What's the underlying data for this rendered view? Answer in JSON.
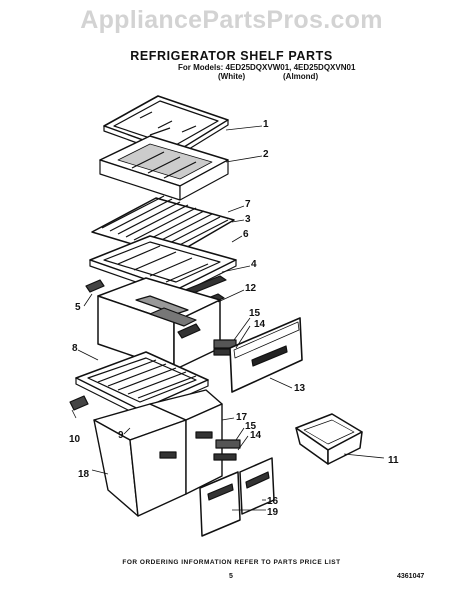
{
  "watermark": "AppliancePartsPros.com",
  "header": {
    "title": "REFRIGERATOR SHELF PARTS",
    "models_line": "For Models: 4ED25DQXVW01, 4ED25DQXVN01",
    "color_white": "(White)",
    "color_almond": "(Almond)"
  },
  "callouts": {
    "c1": "1",
    "c2": "2",
    "c7": "7",
    "c3": "3",
    "c6": "6",
    "c4": "4",
    "c5": "5",
    "c12": "12",
    "c15a": "15",
    "c14a": "14",
    "c8": "8",
    "c13": "13",
    "c10": "10",
    "c9": "9",
    "c17": "17",
    "c15b": "15",
    "c14b": "14",
    "c18": "18",
    "c11": "11",
    "c16": "16",
    "c19": "19"
  },
  "footer": {
    "note": "FOR ORDERING INFORMATION REFER TO PARTS PRICE LIST",
    "page_number": "5",
    "doc_number": "4361047"
  }
}
